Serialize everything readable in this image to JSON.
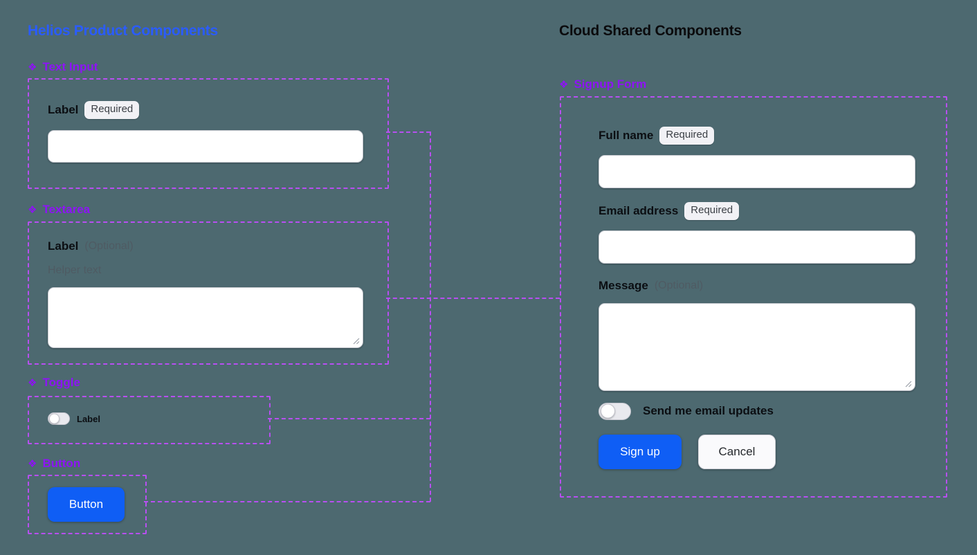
{
  "icons": {
    "component_diamond": "❖"
  },
  "colors": {
    "background": "#4d6970",
    "left_title_blue": "#2a5cff",
    "right_title_dark": "#0b0b0d",
    "component_heading_purple": "#8e13f7",
    "wire_purple": "#b84ff2",
    "button_blue": "#0f5ef5",
    "badge_bg": "#f1f1f5",
    "muted_text": "#4f5b63"
  },
  "left_panel": {
    "title": "Helios Product Components",
    "text_input": {
      "heading": "Text Input",
      "label": "Label",
      "badge": "Required",
      "value": ""
    },
    "textarea": {
      "heading": "Textarea",
      "label": "Label",
      "optional_hint": "(Optional)",
      "helper_text": "Helper text",
      "value": ""
    },
    "toggle": {
      "heading": "Toggle",
      "label": "Label",
      "state": "off"
    },
    "button": {
      "heading": "Button",
      "label": "Button"
    }
  },
  "right_panel": {
    "title": "Cloud Shared Components",
    "signup_form": {
      "heading": "Signup Form",
      "full_name": {
        "label": "Full name",
        "badge": "Required",
        "value": ""
      },
      "email": {
        "label": "Email address",
        "badge": "Required",
        "value": ""
      },
      "message": {
        "label": "Message",
        "optional_hint": "(Optional)",
        "value": ""
      },
      "toggle_label": "Send me email updates",
      "toggle_state": "off",
      "signup_button": "Sign up",
      "cancel_button": "Cancel"
    }
  }
}
